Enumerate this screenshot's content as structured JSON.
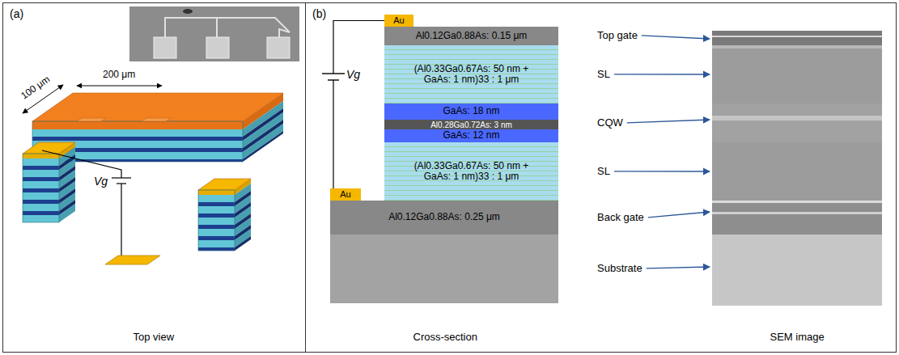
{
  "diagram": {
    "nodes": [
      {
        "text": [
          "Au"
        ]
      },
      {
        "text": [
          "Al0.12Ga0.88As: 0.15 μm"
        ]
      },
      {
        "text": [
          "(Al0.33Ga0.67As: 50 nm + GaAs: 1 nm)33 : 1 μm"
        ]
      },
      {
        "text": [
          "GaAs: 18 nm"
        ]
      },
      {
        "text": [
          "Al0.28Ga0.72As: 3 nm"
        ]
      },
      {
        "text": [
          "GaAs: 12 nm"
        ]
      },
      {
        "text": [
          "(Al0.33Ga0.67As: 50 nm + GaAs: 1 nm)33 : 1 μm"
        ]
      },
      {
        "text": [
          "Au"
        ]
      },
      {
        "text": [
          "Al0.12Ga0.88As: 0.25 μm"
        ]
      }
    ],
    "edges": [
      {
        "from": 0,
        "to": 7,
        "arrow": "none"
      }
    ],
    "labels": [
      "(a)",
      "100 μm",
      "200 μm",
      "Vg",
      "Top view",
      "(b)",
      "Vg",
      "Top gate",
      "SL",
      "CQW",
      "SL",
      "Back gate",
      "Substrate",
      "Cross-section",
      "SEM image"
    ]
  }
}
